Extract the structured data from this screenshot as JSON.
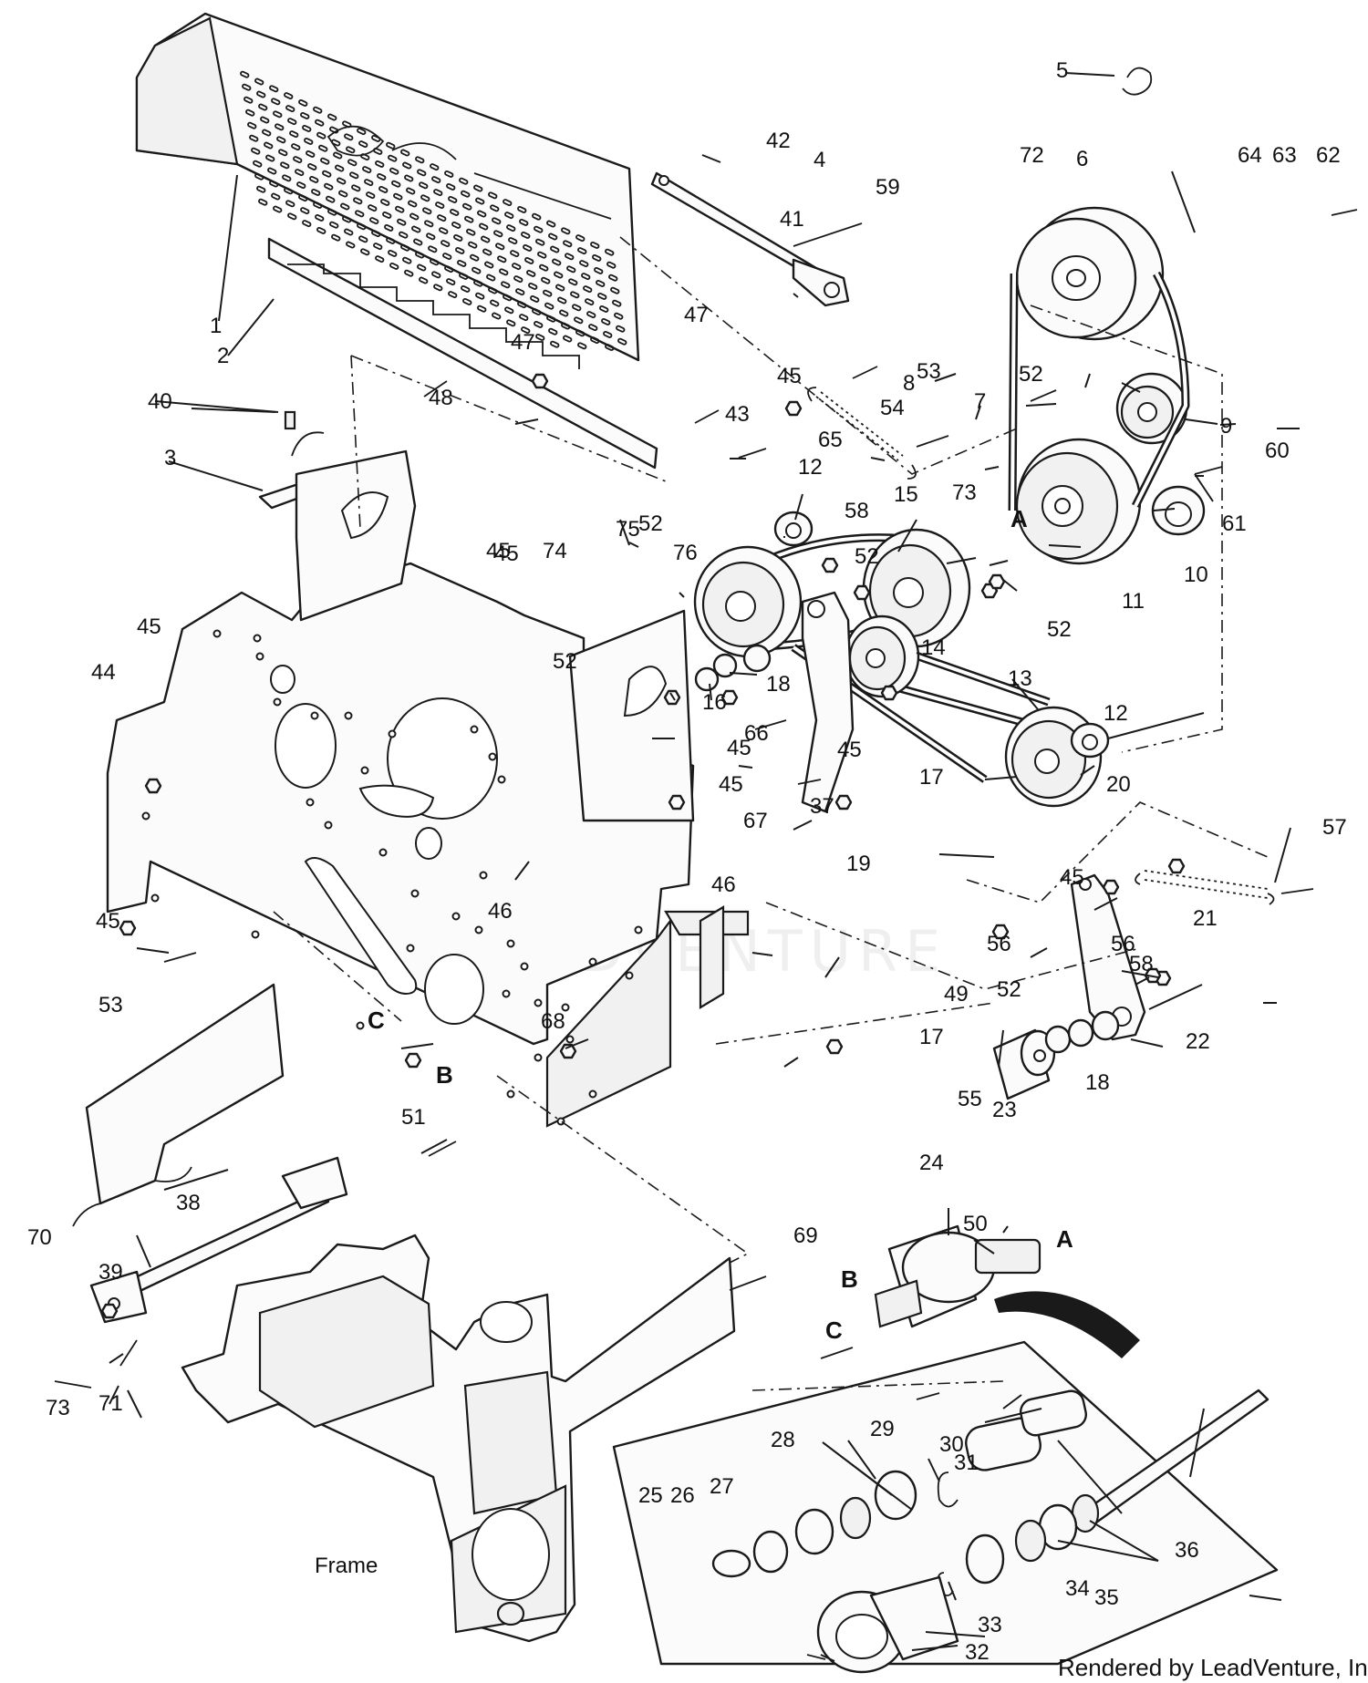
{
  "callouts": [
    "1",
    "2",
    "3",
    "4",
    "5",
    "6",
    "7",
    "8",
    "9",
    "10",
    "11",
    "12",
    "12",
    "13",
    "14",
    "15",
    "16",
    "17",
    "17",
    "18",
    "18",
    "19",
    "20",
    "21",
    "22",
    "23",
    "24",
    "25",
    "26",
    "27",
    "28",
    "29",
    "30",
    "31",
    "32",
    "33",
    "34",
    "35",
    "36",
    "37",
    "38",
    "39",
    "40",
    "41",
    "42",
    "43",
    "44",
    "45",
    "45",
    "45",
    "45",
    "45",
    "45",
    "45",
    "45",
    "45",
    "46",
    "46",
    "47",
    "47",
    "48",
    "49",
    "50",
    "51",
    "52",
    "52",
    "52",
    "52",
    "52",
    "52",
    "53",
    "53",
    "54",
    "55",
    "56",
    "56",
    "57",
    "58",
    "58",
    "59",
    "60",
    "61",
    "62",
    "63",
    "64",
    "65",
    "66",
    "67",
    "68",
    "69",
    "70",
    "71",
    "72",
    "73",
    "73",
    "74",
    "75",
    "76"
  ],
  "letters": [
    "A",
    "A",
    "B",
    "B",
    "C",
    "C"
  ],
  "labels": {
    "frame": "Frame"
  },
  "credit": "Rendered by LeadVenture, Inc."
}
